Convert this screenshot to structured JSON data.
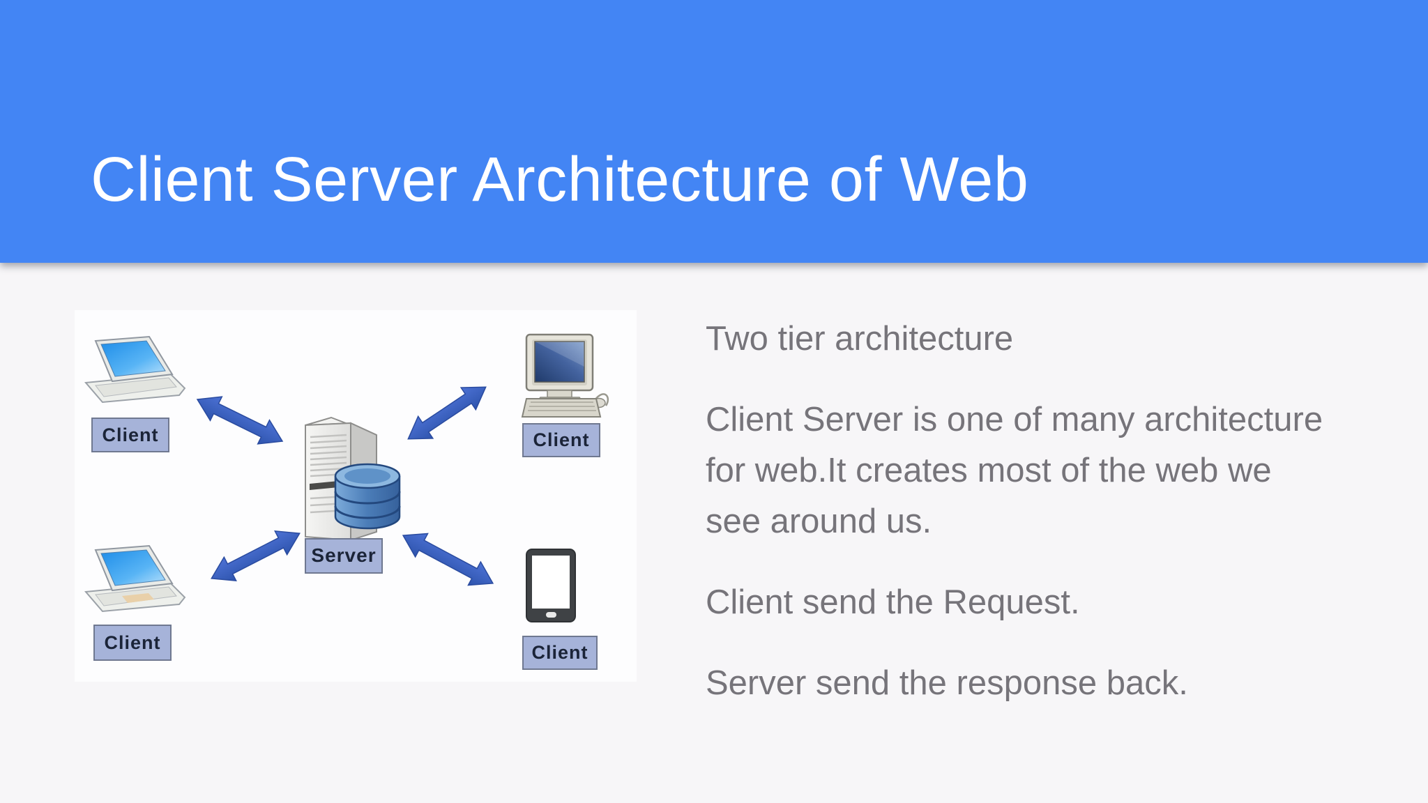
{
  "header": {
    "title": "Client Server Architecture of Web",
    "background_color": "#4385f4",
    "text_color": "#ffffff"
  },
  "body": {
    "background_color": "#f7f6f8",
    "text_color": "#76747a",
    "paragraphs": [
      {
        "text": "Two tier architecture"
      },
      {
        "text": "Client Server is one of many architecture\nfor web.It creates most of the web we\nsee around us."
      },
      {
        "text": "Client send the Request."
      },
      {
        "text": "Server send the response back."
      }
    ]
  },
  "diagram": {
    "background_color": "#fdfdfe",
    "server_label": "Server",
    "client_labels": {
      "top_left": "Client",
      "top_right": "Client",
      "bottom_left": "Client",
      "bottom_right": "Client"
    },
    "icons": [
      "laptop-icon",
      "desktop-computer-icon",
      "smartphone-icon",
      "server-icon",
      "database-icon",
      "double-arrow-icon"
    ],
    "colors": {
      "arrow": "#3f65c8",
      "label_box": "#a6b3d9",
      "laptop_screen": "#36a1f0",
      "database": "#3e6ea9"
    }
  }
}
